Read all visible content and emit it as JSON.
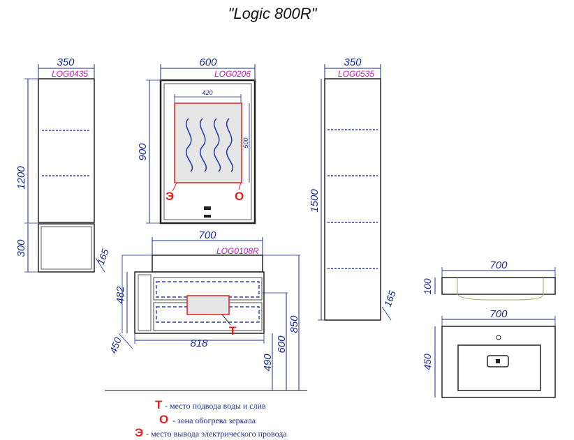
{
  "title": "\"Logic 800R\"",
  "colors": {
    "dimension": "#1a2a8c",
    "code": "#c21bb7",
    "marker": "#e0201d"
  },
  "cabinet_left": {
    "code": "LOG0435",
    "width": "350",
    "height": "1200",
    "shelf_height": "300",
    "depth": "165"
  },
  "mirror": {
    "code": "LOG0206",
    "width": "600",
    "height": "900",
    "heat_width": "420",
    "heat_height": "500",
    "mark_e": "Э",
    "mark_o": "О"
  },
  "cabinet_right": {
    "code": "LOG0535",
    "width": "350",
    "height": "1500",
    "depth": "165"
  },
  "vanity": {
    "code": "LOG0108R",
    "top_width": "700",
    "body_height": "482",
    "depth": "450",
    "total_width": "818",
    "mark_t": "Т",
    "h490": "490",
    "h600": "600",
    "h850": "850"
  },
  "sink_side": {
    "width": "700",
    "height": "100"
  },
  "sink_top": {
    "width": "700",
    "depth": "450"
  },
  "legend": [
    {
      "mark": "Т",
      "text": "- место подвода воды и слив"
    },
    {
      "mark": "О",
      "text": "- зона обогрева зеркала"
    },
    {
      "mark": "Э",
      "text": "- место вывода электрического провода"
    }
  ]
}
